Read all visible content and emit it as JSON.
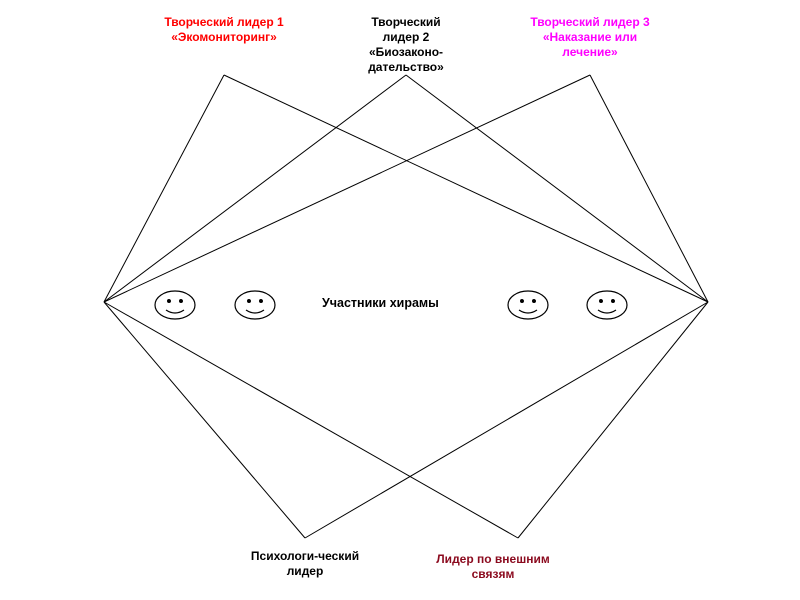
{
  "nodes": {
    "leader_1": {
      "text": "Творческий лидер 1\n«Экомониторинг»",
      "color": "#ff0000"
    },
    "leader_2": {
      "text": "Творческий\nлидер 2\n«Биозаконо-\nдательство»",
      "color": "#000000"
    },
    "leader_3": {
      "text": "Творческий лидер 3\n«Наказание или\nлечение»",
      "color": "#ff00ff"
    },
    "psychologist": {
      "text": "Психологи-ческий\nлидер",
      "color": "#000000"
    },
    "external_leader": {
      "text": "Лидер по внешним\nсвязям",
      "color": "#8b0a1e"
    }
  },
  "center_label": "Участники хирамы",
  "participants": [
    "smiley-face",
    "smiley-face",
    "smiley-face",
    "smiley-face"
  ],
  "colors": {
    "line": "#000000",
    "background": "#ffffff"
  }
}
